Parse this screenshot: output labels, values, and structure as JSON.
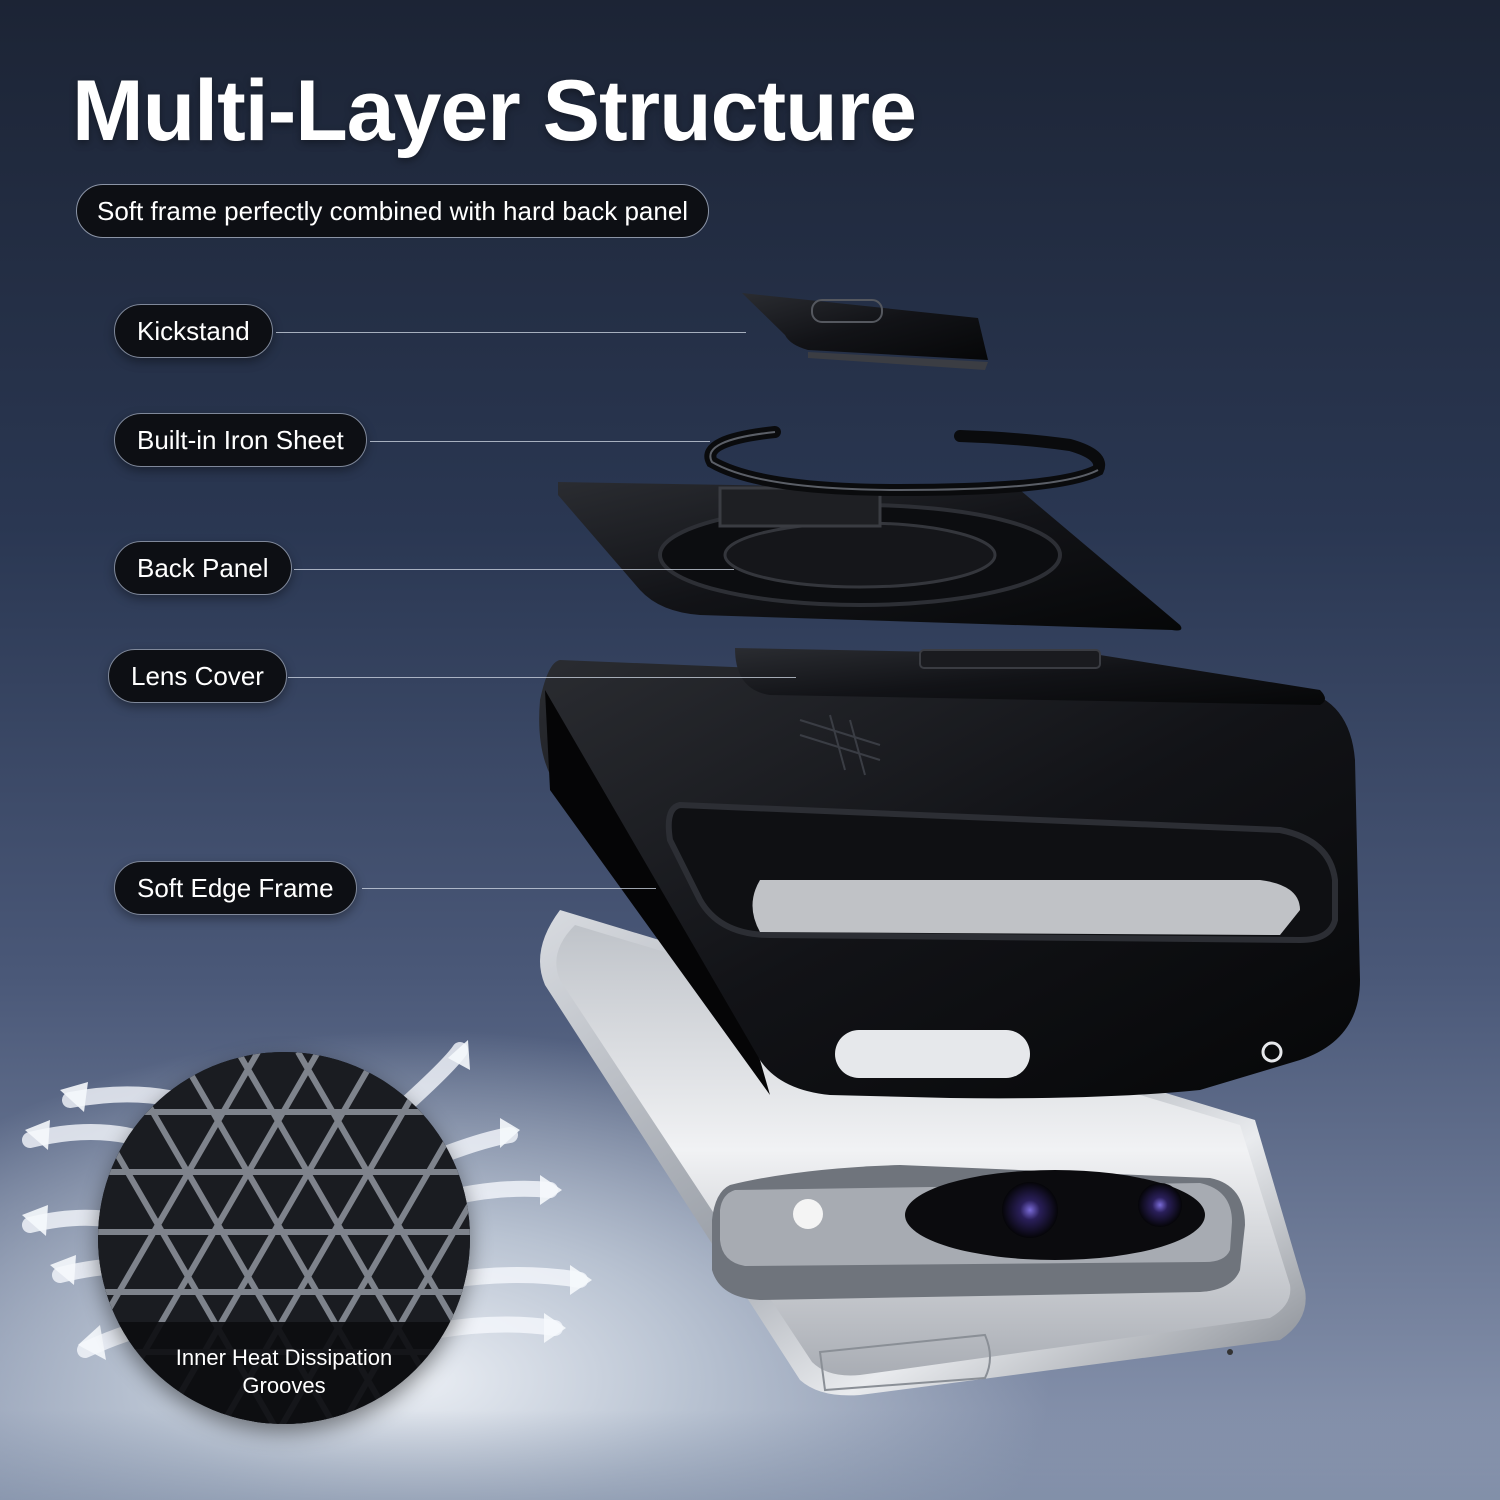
{
  "header": {
    "title": "Multi-Layer Structure",
    "subtitle": "Soft frame perfectly combined with hard back panel"
  },
  "labels": {
    "kickstand": "Kickstand",
    "iron_sheet": "Built-in Iron Sheet",
    "back_panel": "Back Panel",
    "lens_cover": "Lens Cover",
    "soft_edge_frame": "Soft Edge Frame"
  },
  "heat": {
    "caption_line1": "Inner Heat Dissipation",
    "caption_line2": "Grooves"
  },
  "colors": {
    "pill_bg": "#0d0f14",
    "case_black": "#0b0c0f",
    "phone_silver": "#c9ccd1"
  }
}
